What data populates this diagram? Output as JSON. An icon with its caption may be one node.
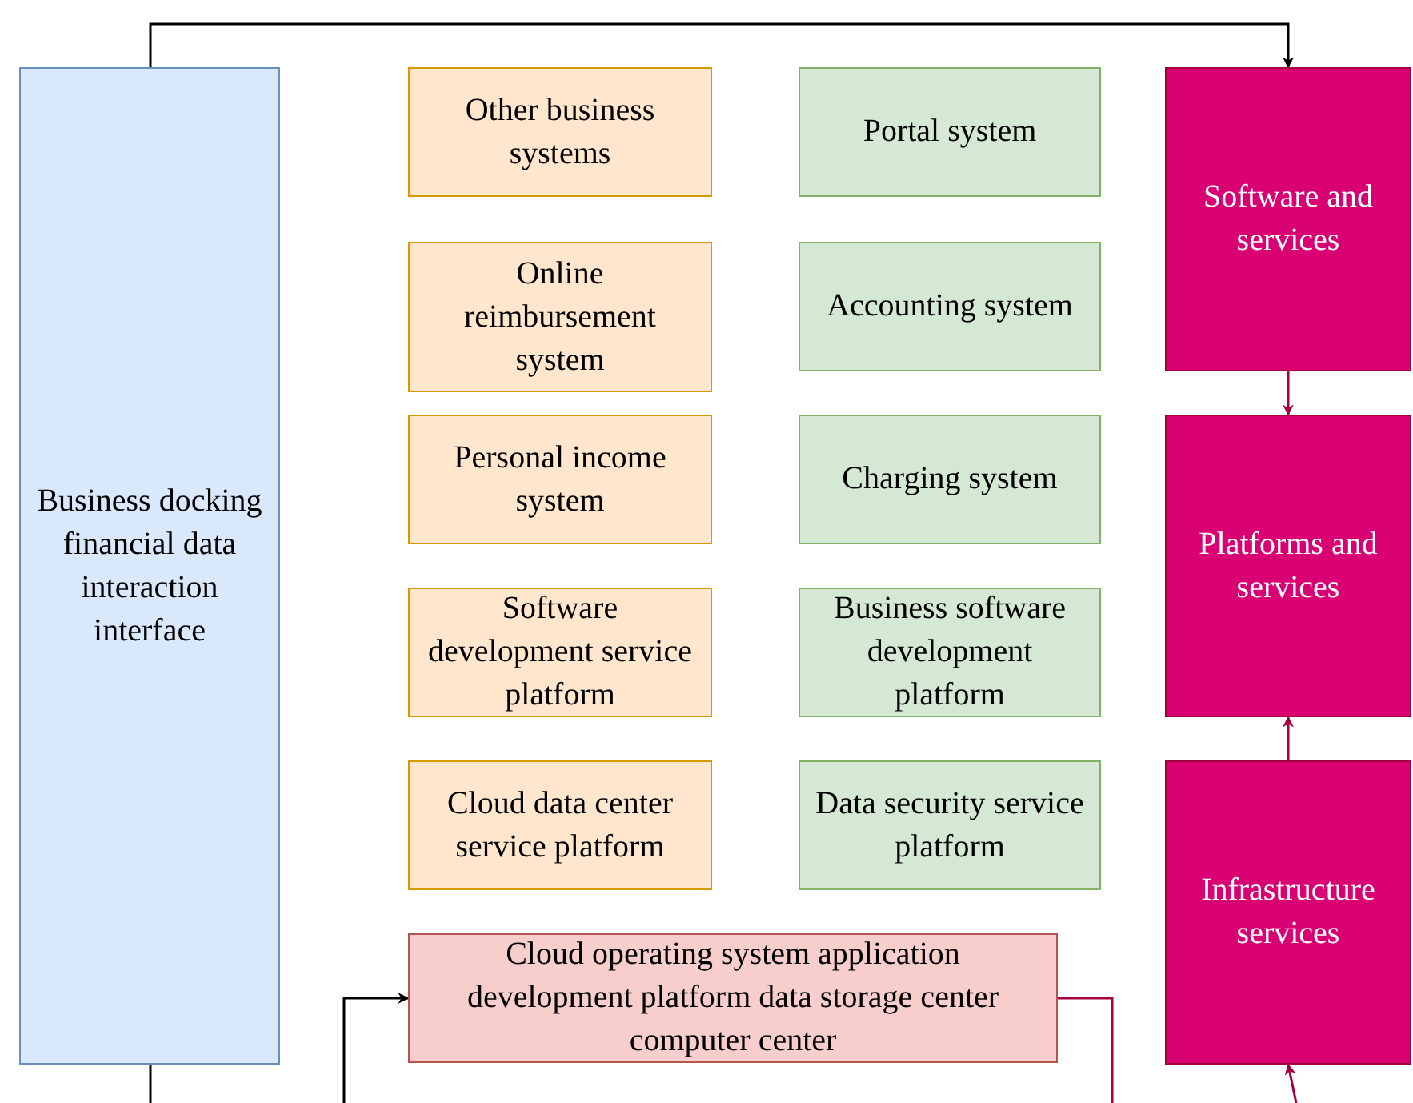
{
  "diagram": {
    "nodes": [
      {
        "text": [
          "Business docking financial data interaction interface"
        ]
      },
      {
        "text": [
          "Other business systems"
        ]
      },
      {
        "text": [
          "Online reimbursement system"
        ]
      },
      {
        "text": [
          "Personal income system"
        ]
      },
      {
        "text": [
          "Software development service platform"
        ]
      },
      {
        "text": [
          "Cloud data center service platform"
        ]
      },
      {
        "text": [
          "Portal system"
        ]
      },
      {
        "text": [
          "Accounting system"
        ]
      },
      {
        "text": [
          "Charging system"
        ]
      },
      {
        "text": [
          "Business software development platform"
        ]
      },
      {
        "text": [
          "Data security service platform"
        ]
      },
      {
        "text": [
          "Software and services"
        ]
      },
      {
        "text": [
          "Platforms and services"
        ]
      },
      {
        "text": [
          "Infrastructure services"
        ]
      },
      {
        "text": [
          "Cloud operating system application development platform data storage center computer center"
        ]
      }
    ],
    "edges": [
      {
        "from": 0,
        "to": 11,
        "arrow": "to",
        "color": "#000000"
      },
      {
        "from": 11,
        "to": 12,
        "arrow": "to"
      },
      {
        "from": 13,
        "to": 12,
        "arrow": "to"
      },
      {
        "from": null,
        "to": 14,
        "arrow": "to",
        "color": "#000000"
      },
      {
        "from": 0,
        "to": null,
        "arrow": "none",
        "color": "#000000"
      },
      {
        "from": 14,
        "to": null,
        "arrow": "none"
      },
      {
        "from": null,
        "to": 13,
        "arrow": "to"
      }
    ]
  }
}
